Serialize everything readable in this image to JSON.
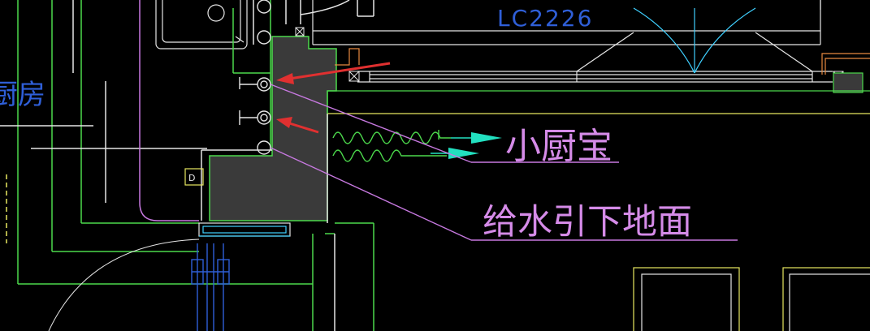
{
  "labels": {
    "window_code": "LC2226",
    "room_fragment": "厨房",
    "small_kitchen_treasure": "小厨宝",
    "water_supply_down": "给水引下地面",
    "box_letter": "D"
  },
  "colors": {
    "background": "#000000",
    "wall_green": "#4cd94c",
    "wall_yellow": "#e8e860",
    "white_line": "#e6e6e6",
    "blue_text": "#2f5fd8",
    "magenta": "#c779e0",
    "cyan_arrow": "#22e0c0",
    "red_arrow": "#e03030",
    "fill_dark": "#3a3a3a"
  },
  "icons": {
    "pipe_symbol": "circle-pipe-icon",
    "leader_arrow": "red-arrow-icon",
    "flow_arrow": "cyan-arrow-icon"
  }
}
